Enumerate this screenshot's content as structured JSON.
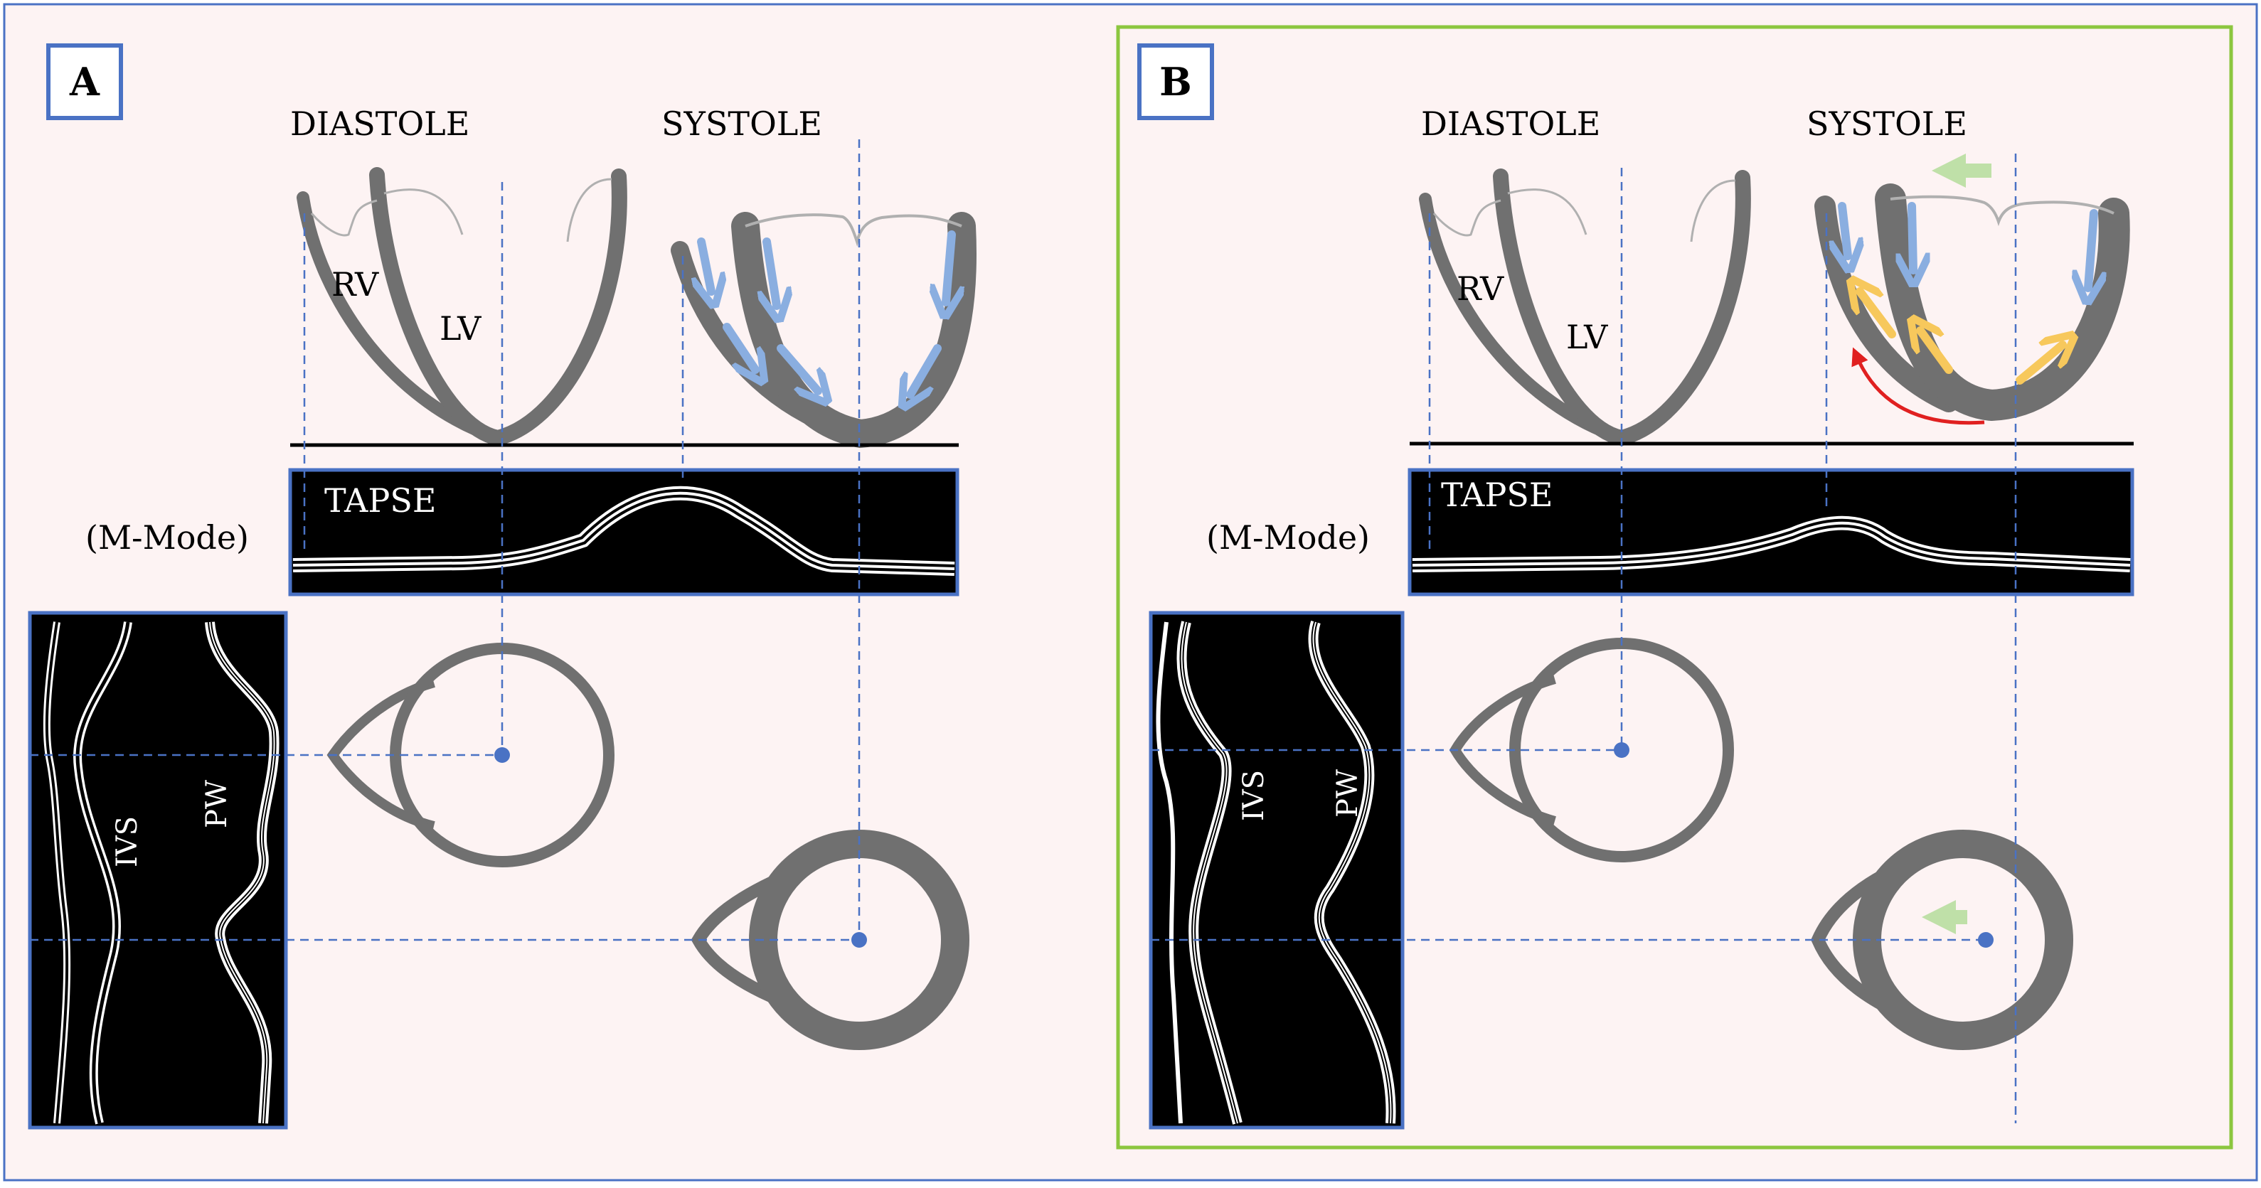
{
  "panels": [
    {
      "id": "A",
      "label": "A",
      "diastole": "DIASTOLE",
      "systole": "SYSTOLE",
      "rv": "RV",
      "lv": "LV",
      "tapse": "TAPSE",
      "mmode": "(M-Mode)",
      "ivs": "IVS",
      "pw": "PW"
    },
    {
      "id": "B",
      "label": "B",
      "diastole": "DIASTOLE",
      "systole": "SYSTOLE",
      "rv": "RV",
      "lv": "LV",
      "tapse": "TAPSE",
      "mmode": "(M-Mode)",
      "ivs": "IVS",
      "pw": "PW"
    }
  ],
  "colors": {
    "background": "#fdf3f3",
    "outer_border": "#4a72c4",
    "panel_b_border": "#8cc63f",
    "muscle": "#707070",
    "guide_line": "#4a72c4",
    "arrow_blue": "#8aaee0",
    "arrow_yellow": "#f7c85c",
    "arrow_green": "#bfe0a8",
    "arrow_red": "#e02020"
  }
}
